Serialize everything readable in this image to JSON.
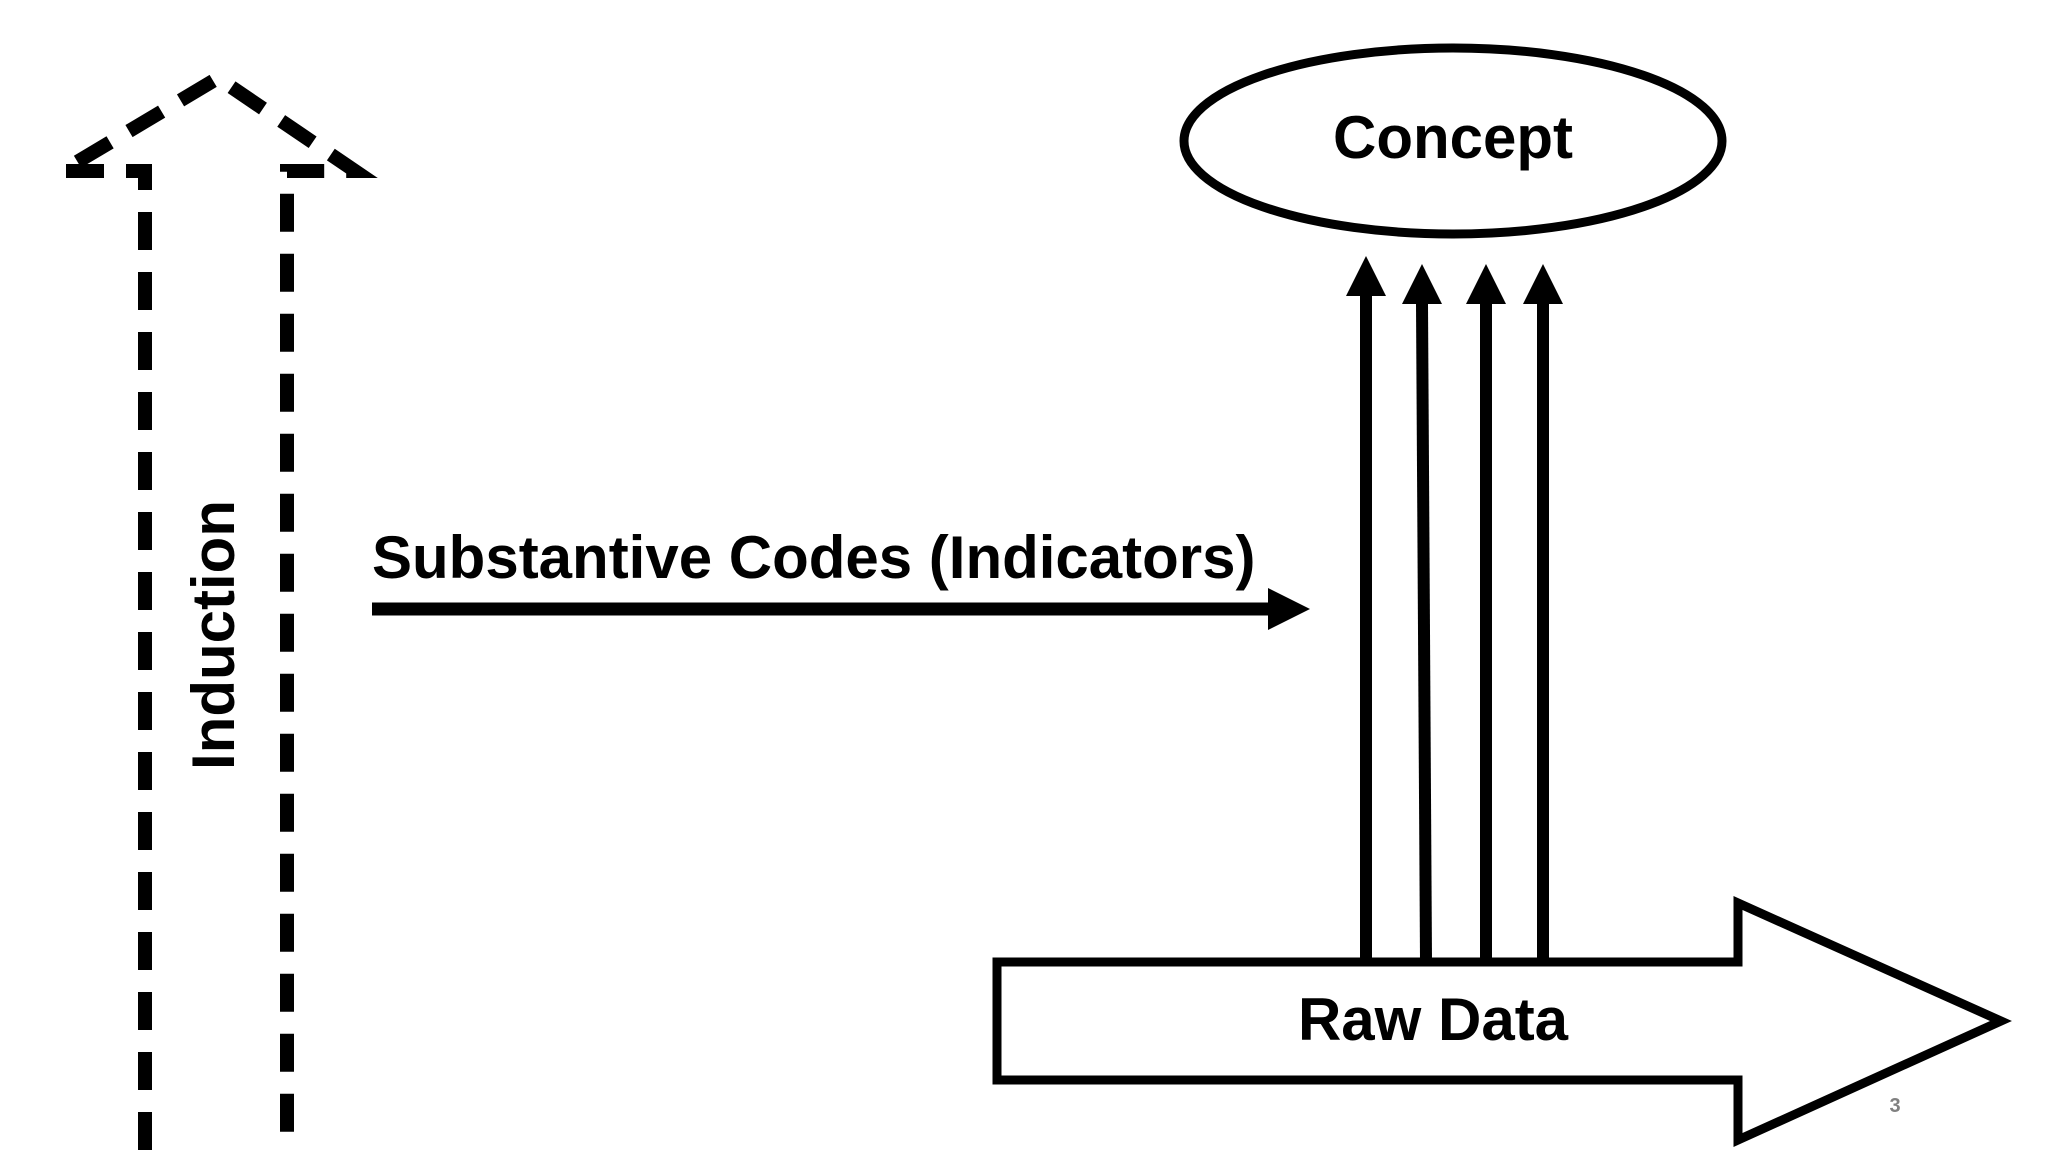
{
  "slide": {
    "induction_label": "Induction",
    "codes_label": "Substantive Codes (Indicators)",
    "concept_label": "Concept",
    "raw_data_label": "Raw Data",
    "page_number": "3"
  },
  "colors": {
    "stroke": "#000000",
    "background": "#ffffff",
    "page_number": "#808080"
  }
}
